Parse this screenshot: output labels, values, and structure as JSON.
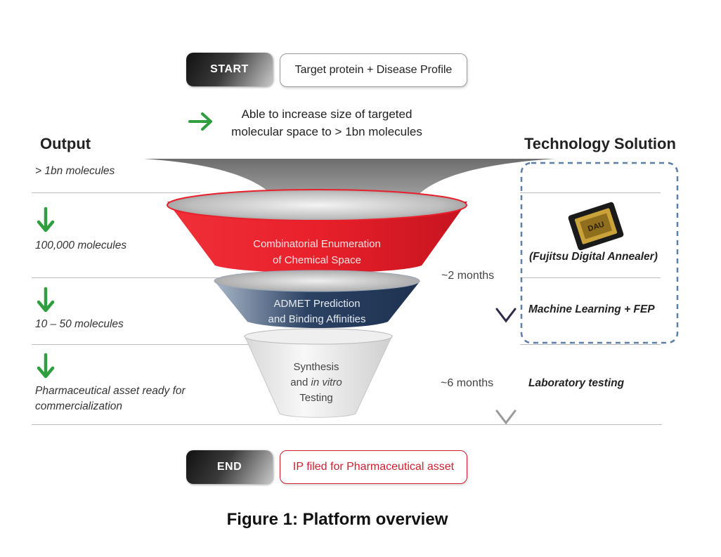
{
  "start": {
    "label": "START",
    "description": "Target protein + Disease Profile"
  },
  "note": {
    "line1": "Able to increase size of targeted",
    "line2": "molecular space to > 1bn molecules"
  },
  "headers": {
    "output": "Output",
    "technology": "Technology Solution"
  },
  "outputs": [
    {
      "line1": "> 1bn molecules",
      "line2": ""
    },
    {
      "line1": "100,000 molecules",
      "line2": ""
    },
    {
      "line1": "10 – 50 molecules",
      "line2": ""
    },
    {
      "line1": "Pharmaceutical asset ready for",
      "line2": "commercialization"
    }
  ],
  "funnel": {
    "stage1": {
      "line1": "Combinatorial Enumeration",
      "line2": "of Chemical Space"
    },
    "stage2": {
      "line1": "ADMET Prediction",
      "line2": "and Binding Affinities"
    },
    "stage3": {
      "line1": "Synthesis",
      "line2a": "and ",
      "line2b": "in vitro",
      "line3": "Testing"
    }
  },
  "timeline": {
    "phase1": "~2 months",
    "phase2": "~6 months"
  },
  "technology": {
    "chip_label": "DAU",
    "annealer": "(Fujitsu Digital Annealer)",
    "ml": "Machine Learning + FEP",
    "lab": "Laboratory testing"
  },
  "end": {
    "label": "END",
    "description": "IP filed for Pharmaceutical asset"
  },
  "caption": "Figure 1: Platform overview",
  "colors": {
    "red": "#e8202b",
    "navy": "#2c4263",
    "green": "#2e9e3e",
    "dashed_blue": "#5b7fa6"
  }
}
